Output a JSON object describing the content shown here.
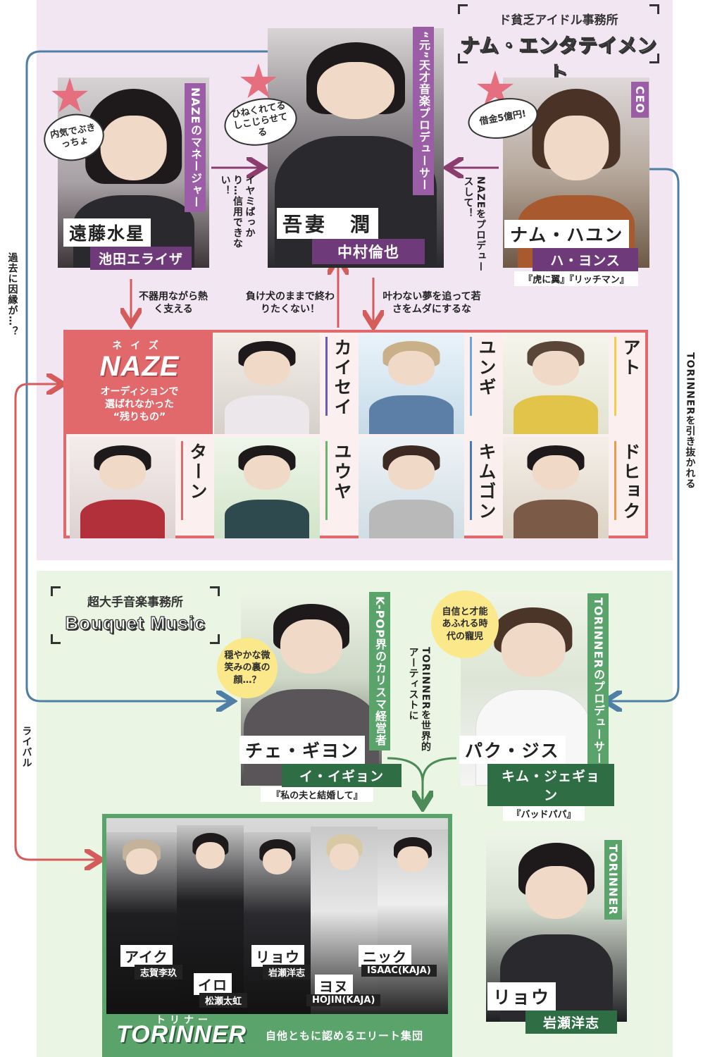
{
  "colors": {
    "purple": "#6e3a7a",
    "green": "#2f6e44",
    "red": "#e2696b",
    "blue": "#4f7fa6",
    "bg_top": "#f3e6f3",
    "bg_bottom": "#eaf5e3"
  },
  "agency_top": {
    "label": "ド貧乏アイドル事務所",
    "name": "ナム・エンタテイメント"
  },
  "agency_bottom": {
    "label": "超大手音楽事務所",
    "name": "Bouquet Music"
  },
  "left_vertical": {
    "past": "過去に因縁が…？",
    "rival": "ライバル"
  },
  "right_vertical": "TORINNERを引き抜かれる",
  "endo": {
    "role": "NAZEのマネージャー",
    "name": "遠藤水星",
    "actor": "池田エライザ",
    "bubble": "内気でぶきっちょ"
  },
  "azuma": {
    "role": "“元”天才音楽プロデューサー",
    "name": "吾妻　潤",
    "actor": "中村倫也",
    "bubble": "ひねくれてるしこじらせてる"
  },
  "nam": {
    "role": "CEO",
    "name": "ナム・ハユン",
    "actor": "ハ・ヨンス",
    "works": "『虎に翼』『リッチマン』",
    "bubble": "借金5億円!"
  },
  "relations": {
    "endo_to_azuma": "イヤミばっかり…信用できない！",
    "nam_to_azuma": "NAZEをプロデュースして！",
    "endo_to_naze": "不器用ながら熱く支える",
    "naze_to_azuma": "負け犬のままで終わりたくない！",
    "azuma_to_naze": "叶わない夢を追って若さをムダにするな",
    "choi_to_tor": "TORINNERを世界的アーティストに"
  },
  "naze": {
    "ruby": "ネイズ",
    "logo": "NAZE",
    "desc_line1": "オーディションで",
    "desc_line2": "選ばれなかった",
    "desc_line3": "“残りもの”"
  },
  "naze_members": [
    "カイセイ",
    "ユンギ",
    "アト",
    "ターン",
    "ユウヤ",
    "キムゴン",
    "ドヒョク"
  ],
  "choi": {
    "role": "K-POP界のカリスマ経営者",
    "name": "チェ・ギヨン",
    "actor": "イ・イギョン",
    "works": "『私の夫と結婚して』",
    "bubble": "穏やかな微笑みの裏の顔…？"
  },
  "park": {
    "role": "TORINNERのプロデューサー",
    "name": "パク・ジス",
    "actor": "キム・ジェギョン",
    "works": "『バッドパパ』",
    "bubble": "自信と才能あふれる時代の寵児"
  },
  "torinner": {
    "ruby": "トリナー",
    "logo": "TORINNER",
    "tagline": "自他ともに認めるエリート集団",
    "members": [
      {
        "name": "アイク",
        "actor": "志賀李玖"
      },
      {
        "name": "イロ",
        "actor": "松瀬太虹"
      },
      {
        "name": "リョウ",
        "actor": "岩瀬洋志"
      },
      {
        "name": "ヨヌ",
        "actor": "HOJIN(KAJA)"
      },
      {
        "name": "ニック",
        "actor": "ISAAC(KAJA)"
      }
    ]
  },
  "ryo": {
    "role": "TORINNER",
    "name": "リョウ",
    "actor": "岩瀬洋志"
  }
}
